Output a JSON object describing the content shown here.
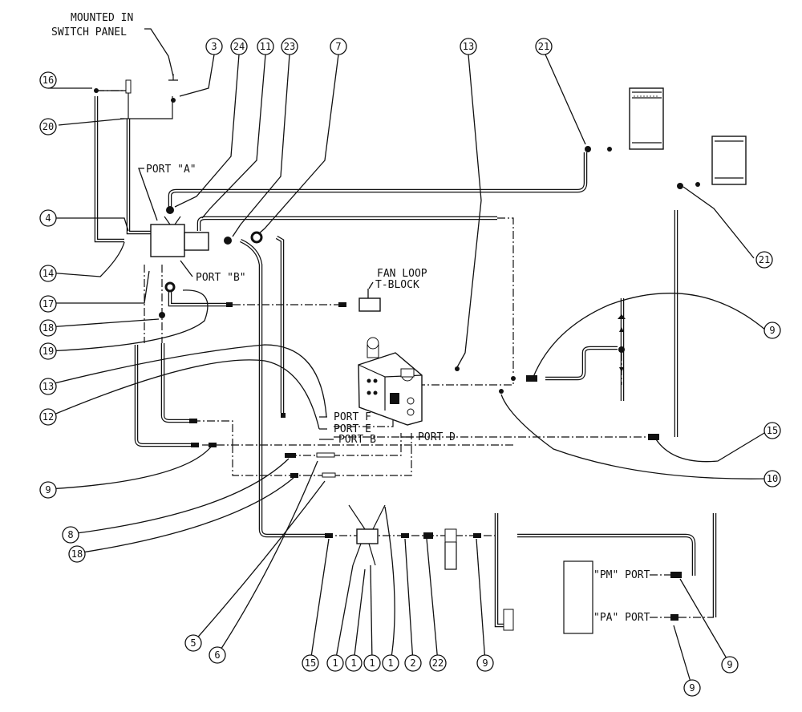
{
  "labels": {
    "mounted_line1": "MOUNTED IN",
    "mounted_line2": "SWITCH PANEL",
    "port_a": "PORT \"A\"",
    "port_b_top": "PORT \"B\"",
    "fan_line1": "FAN LOOP",
    "fan_line2": "T-BLOCK",
    "port_f": "PORT F",
    "port_e": "PORT E",
    "port_b": "PORT B",
    "port_d": "PORT D",
    "pm_port": "\"PM\" PORT",
    "pa_port": "\"PA\" PORT"
  },
  "callouts": [
    "3",
    "24",
    "11",
    "23",
    "7",
    "16",
    "20",
    "13",
    "21",
    "21",
    "4",
    "14",
    "17",
    "18",
    "19",
    "13",
    "12",
    "9",
    "9",
    "15",
    "10",
    "8",
    "18",
    "5",
    "6",
    "15",
    "1",
    "1",
    "1",
    "1",
    "2",
    "22",
    "9",
    "9",
    "9"
  ]
}
